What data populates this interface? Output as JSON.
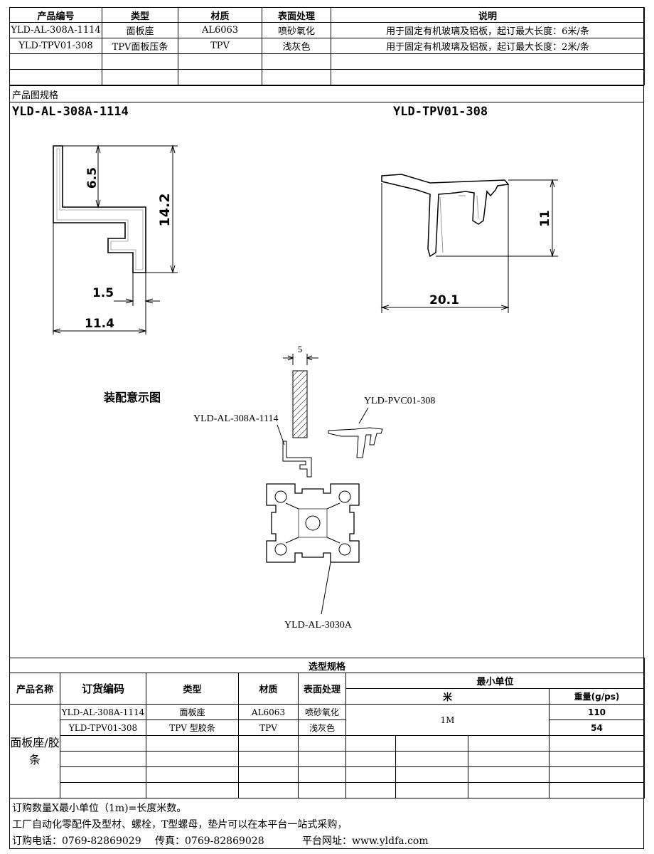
{
  "top_table": {
    "headers": [
      "产品编号",
      "类型",
      "材质",
      "表面处理",
      "说明"
    ],
    "rows": [
      [
        "YLD-AL-308A-1114",
        "面板座",
        "AL6063",
        "喷砂氧化",
        "用于固定有机玻璃及铝板，起订最大长度：6米/条"
      ],
      [
        "YLD-TPV01-308",
        "TPV面板压条",
        "TPV",
        "浅灰色",
        "用于固定有机玻璃及铝板，起订最大长度：2米/条"
      ],
      [
        "",
        "",
        "",
        "",
        ""
      ],
      [
        "",
        "",
        "",
        "",
        ""
      ]
    ]
  },
  "spec_section_label": "产品图规格",
  "drawing1": {
    "title": "YLD-AL-308A-1114",
    "dims": {
      "d1": "6.5",
      "d2": "14.2",
      "d3": "1.5",
      "d4": "11.4"
    }
  },
  "drawing2": {
    "title": "YLD-TPV01-308",
    "dims": {
      "d1": "11",
      "d2": "20.1"
    }
  },
  "assembly": {
    "title": "装配意示图",
    "labels": {
      "width": "5",
      "base": "YLD-AL-308A-1114",
      "strip": "YLD-PVC01-308",
      "profile": "YLD-AL-3030A"
    }
  },
  "bottom_table": {
    "title": "选型规格",
    "headers": {
      "product": "产品名称",
      "code": "订货编码",
      "type": "类型",
      "material": "材质",
      "surface": "表面处理",
      "min_unit": "最小单位",
      "meter": "米",
      "weight": "重量(g/ps)"
    },
    "product_name": "面板座/胶条",
    "rows": [
      {
        "code": "YLD-AL-308A-1114",
        "type": "面板座",
        "material": "AL6063",
        "surface": "喷砂氧化",
        "weight": "110"
      },
      {
        "code": "YLD-TPV01-308",
        "type": "TPV 型胶条",
        "material": "TPV",
        "surface": "浅灰色",
        "weight": "54"
      }
    ],
    "min_length": "1M"
  },
  "notes": {
    "line1": "订购数量X最小单位（1m)=长度米数。",
    "line2": "工厂自动化零配件及型材、螺栓，T型螺母，垫片可以在本平台一站式采购，",
    "phone": "订购电话：0769-82869029",
    "fax": "传真：0769-82869028",
    "site": "平台网址：www.yldfa.com"
  }
}
